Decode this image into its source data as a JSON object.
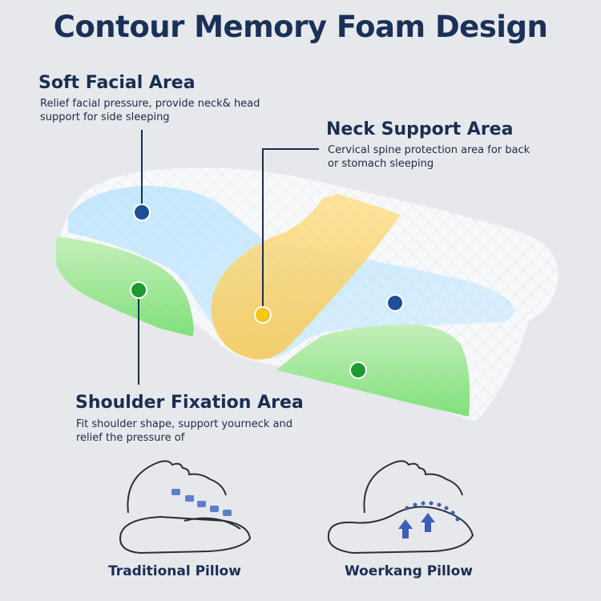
{
  "title": "Contour Memory Foam Design",
  "zones": {
    "soft": {
      "title": "Soft Facial Area",
      "desc": "Relief facial pressure, provide neck& head support for side sleeping"
    },
    "neck": {
      "title": "Neck Support Area",
      "desc": "Cervical spine protection area for back or stomach sleeping"
    },
    "shoulder": {
      "title": "Shoulder Fixation Area",
      "desc": "Fit shoulder shape, support yourneck and relief the pressure of"
    }
  },
  "comparison": {
    "left_label": "Traditional Pillow",
    "right_label": "Woerkang Pillow"
  },
  "colors": {
    "title": "#1a3157",
    "blue_dot": "#1e4f94",
    "green_dot": "#1e9a2e",
    "yellow_dot": "#f5c518"
  }
}
